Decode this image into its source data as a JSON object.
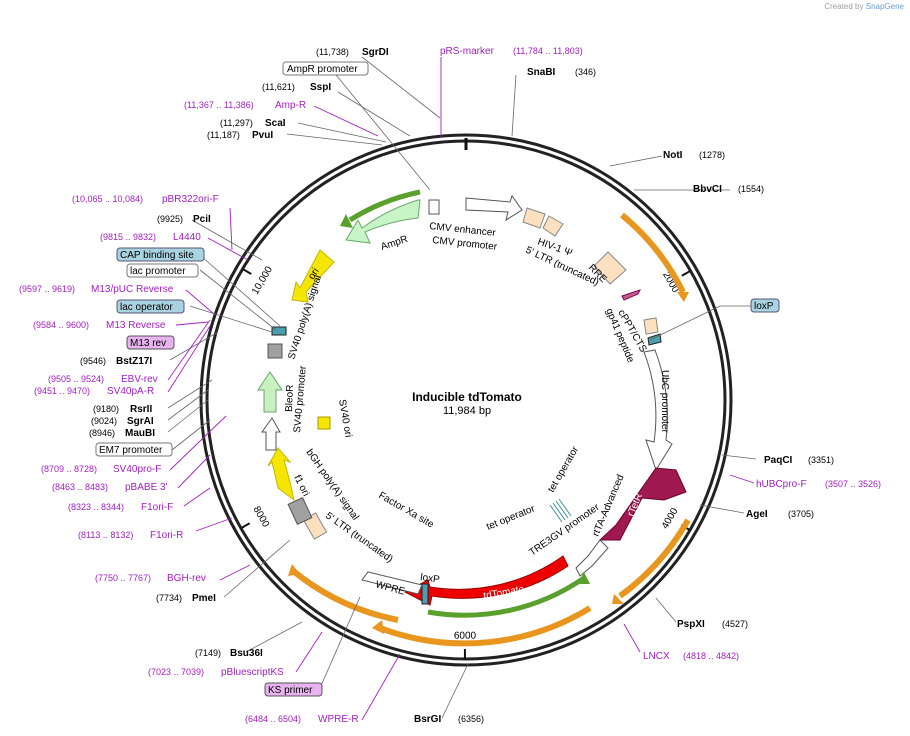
{
  "credit": {
    "prefix": "Created by",
    "brand": "SnapGene"
  },
  "plasmid": {
    "name": "Inducible tdTomato",
    "length_text": "11,984 bp",
    "total_bp": 11984
  },
  "ticks": [
    {
      "bp": 2000,
      "label": "2000"
    },
    {
      "bp": 4000,
      "label": "4000"
    },
    {
      "bp": 6000,
      "label": "6000"
    },
    {
      "bp": 8000,
      "label": "8000"
    },
    {
      "bp": 10000,
      "label": "10,000"
    }
  ],
  "sites": [
    {
      "name": "SgrDI",
      "pos": "(11,738)",
      "bp": 11738
    },
    {
      "name": "SnaBI",
      "pos": "(346)",
      "bp": 346
    },
    {
      "name": "SspI",
      "pos": "(11,621)",
      "bp": 11621
    },
    {
      "name": "ScaI",
      "pos": "(11,297)",
      "bp": 11297
    },
    {
      "name": "PvuI",
      "pos": "(11,187)",
      "bp": 11187
    },
    {
      "name": "NotI",
      "pos": "(1278)",
      "bp": 1278
    },
    {
      "name": "BbvCI",
      "pos": "(1554)",
      "bp": 1554
    },
    {
      "name": "PciI",
      "pos": "(9925)",
      "bp": 9925
    },
    {
      "name": "BstZ17I",
      "pos": "(9546)",
      "bp": 9546
    },
    {
      "name": "RsrII",
      "pos": "(9180)",
      "bp": 9180
    },
    {
      "name": "SgrAI",
      "pos": "(9024)",
      "bp": 9024
    },
    {
      "name": "MauBI",
      "pos": "(8946)",
      "bp": 8946
    },
    {
      "name": "PaqCI",
      "pos": "(3351)",
      "bp": 3351
    },
    {
      "name": "AgeI",
      "pos": "(3705)",
      "bp": 3705
    },
    {
      "name": "PmeI",
      "pos": "(7734)",
      "bp": 7734
    },
    {
      "name": "PspXI",
      "pos": "(4527)",
      "bp": 4527
    },
    {
      "name": "Bsu36I",
      "pos": "(7149)",
      "bp": 7149
    },
    {
      "name": "BsrGI",
      "pos": "(6356)",
      "bp": 6356
    }
  ],
  "primers": [
    {
      "name": "pRS-marker",
      "pos": "(11,784 .. 11,803)",
      "bp": 11794
    },
    {
      "name": "Amp-R",
      "pos": "(11,367 .. 11,386)",
      "bp": 11376
    },
    {
      "name": "pBR322ori-F",
      "pos": "(10,065 .. 10,084)",
      "bp": 10075
    },
    {
      "name": "L4440",
      "pos": "(9815 .. 9832)",
      "bp": 9823
    },
    {
      "name": "M13/pUC Reverse",
      "pos": "(9597 .. 9619)",
      "bp": 9608
    },
    {
      "name": "M13 Reverse",
      "pos": "(9584 .. 9600)",
      "bp": 9592
    },
    {
      "name": "EBV-rev",
      "pos": "(9505 .. 9524)",
      "bp": 9514
    },
    {
      "name": "SV40pA-R",
      "pos": "(9451 .. 9470)",
      "bp": 9460
    },
    {
      "name": "SV40pro-F",
      "pos": "(8709 .. 8728)",
      "bp": 8718
    },
    {
      "name": "pBABE 3'",
      "pos": "(8463 .. 8483)",
      "bp": 8473
    },
    {
      "name": "F1ori-F",
      "pos": "(8323 .. 8344)",
      "bp": 8333
    },
    {
      "name": "F1ori-R",
      "pos": "(8113 .. 8132)",
      "bp": 8122
    },
    {
      "name": "BGH-rev",
      "pos": "(7750 .. 7767)",
      "bp": 7758
    },
    {
      "name": "pBluescriptKS",
      "pos": "(7023 .. 7039)",
      "bp": 7031
    },
    {
      "name": "WPRE-R",
      "pos": "(6484 .. 6504)",
      "bp": 6494
    },
    {
      "name": "hUBCpro-F",
      "pos": "(3507 .. 3526)",
      "bp": 3516
    },
    {
      "name": "LNCX",
      "pos": "(4818 .. 4842)",
      "bp": 4830
    }
  ],
  "boxed_labels": [
    {
      "name": "AmpR promoter",
      "style": "white"
    },
    {
      "name": "CAP binding site",
      "style": "blue"
    },
    {
      "name": "lac promoter",
      "style": "white"
    },
    {
      "name": "lac operator",
      "style": "blue"
    },
    {
      "name": "M13 rev",
      "style": "pink"
    },
    {
      "name": "EM7 promoter",
      "style": "white"
    },
    {
      "name": "loxP",
      "style": "blue"
    },
    {
      "name": "KS primer",
      "style": "pink"
    }
  ],
  "features": [
    {
      "name": "CMV enhancer"
    },
    {
      "name": "CMV promoter"
    },
    {
      "name": "HIV-1 Ψ"
    },
    {
      "name": "5' LTR (truncated)"
    },
    {
      "name": "RRE"
    },
    {
      "name": "cPPT/CTS"
    },
    {
      "name": "gp41 peptide"
    },
    {
      "name": "UbC promoter"
    },
    {
      "name": "rtTA-Advanced"
    },
    {
      "name": "rTetR"
    },
    {
      "name": "tet operator"
    },
    {
      "name": "tet operator"
    },
    {
      "name": "TRE3GV promoter"
    },
    {
      "name": "tdTomato"
    },
    {
      "name": "loxP"
    },
    {
      "name": "WPRE"
    },
    {
      "name": "5' LTR (truncated)"
    },
    {
      "name": "Factor Xa site"
    },
    {
      "name": "bGH poly(A) signal"
    },
    {
      "name": "f1 ori"
    },
    {
      "name": "SV40 ori"
    },
    {
      "name": "SV40 promoter"
    },
    {
      "name": "BleoR"
    },
    {
      "name": "SV40 poly(A) signal"
    },
    {
      "name": "ori"
    },
    {
      "name": "AmpR"
    }
  ],
  "colors": {
    "primer": "#a020c0",
    "orf_orange": "#e8961e",
    "orf_green": "#5aa02c",
    "tdtomato": "#ee0000",
    "rtetr": "#a01850",
    "ori_yellow": "#f5e600",
    "bleor_green": "#c8f0c0",
    "ampr_green": "#c8f5c8",
    "box_blue": "#a9d3e0",
    "box_pink": "#e8b4f0",
    "ltr_peach": "#fce0c0"
  }
}
